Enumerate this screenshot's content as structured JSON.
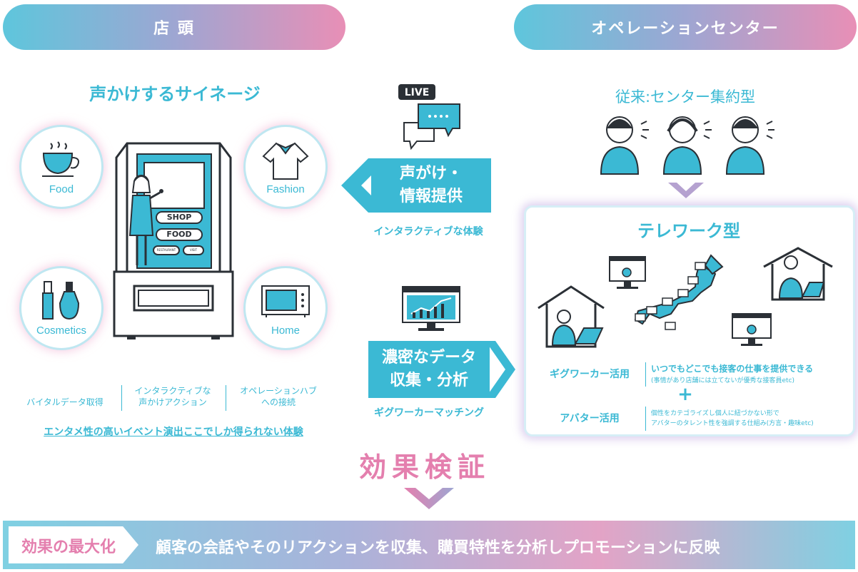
{
  "header": {
    "left_title": "店 頭",
    "right_title": "オペレーションセンター"
  },
  "signage": {
    "title": "声かけするサイネージ",
    "bubbles": {
      "food": "Food",
      "fashion": "Fashion",
      "cosmetics": "Cosmetics",
      "home": "Home"
    },
    "kiosk_buttons": {
      "shop": "SHOP",
      "food": "FOOD",
      "restaurant": "RESTAURANT",
      "visit": "VISIT"
    },
    "features": [
      "バイタルデータ取得",
      "インタラクティブな\n声かけアクション",
      "オペレーションハブ\nへの接続"
    ],
    "tagline": "エンタメ性の高いイベント演出ここでしか得られない体験"
  },
  "middle": {
    "live_badge": "LIVE",
    "top_band_line1": "声がけ・",
    "top_band_line2": "情報提供",
    "top_caption": "インタラクティブな体験",
    "bottom_band_line1": "濃密なデータ",
    "bottom_band_line2": "収集・分析",
    "bottom_caption": "ギグワーカーマッチング",
    "effect_title": "効果検証"
  },
  "operation": {
    "conventional": "従来:センター集約型",
    "telework_title": "テレワーク型",
    "gig_label": "ギグワーカー活用",
    "gig_main": "いつでもどこでも接客の仕事を提供できる",
    "gig_sub": "(事情があり店舗には立てないが優秀な接客員etc)",
    "plus": "+",
    "avatar_label": "アバター活用",
    "avatar_line1": "個性をカテゴライズし個人に紐づかない形で",
    "avatar_line2": "アバターのタレント性を強調する仕組み(方言・趣味etc)"
  },
  "footer": {
    "label": "効果の最大化",
    "text": "顧客の会話やそのリアクションを収集、購買特性を分析しプロモーションに反映"
  },
  "colors": {
    "teal": "#3bb9d4",
    "pink": "#e47fae",
    "purple": "#9ea6d2",
    "dark": "#2b3036"
  }
}
